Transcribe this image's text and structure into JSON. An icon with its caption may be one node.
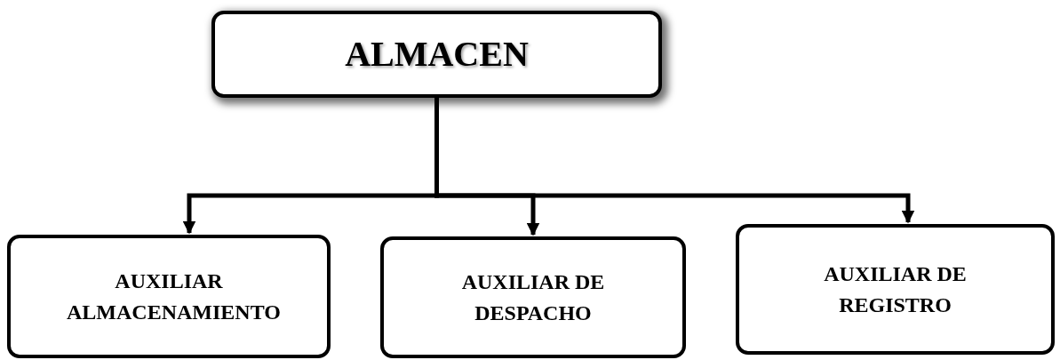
{
  "diagram": {
    "nodes": [
      {
        "text": [
          "ALMACEN"
        ]
      },
      {
        "text": [
          "AUXILIAR ALMACENAMIENTO"
        ]
      },
      {
        "text": [
          "AUXILIAR DE DESPACHO"
        ]
      },
      {
        "text": [
          "AUXILIAR DE REGISTRO"
        ]
      }
    ],
    "edges": [
      {
        "from": 0,
        "to": 1,
        "arrow": "to"
      },
      {
        "from": 0,
        "to": 2,
        "arrow": "to"
      },
      {
        "from": 0,
        "to": 3,
        "arrow": "to"
      }
    ]
  }
}
